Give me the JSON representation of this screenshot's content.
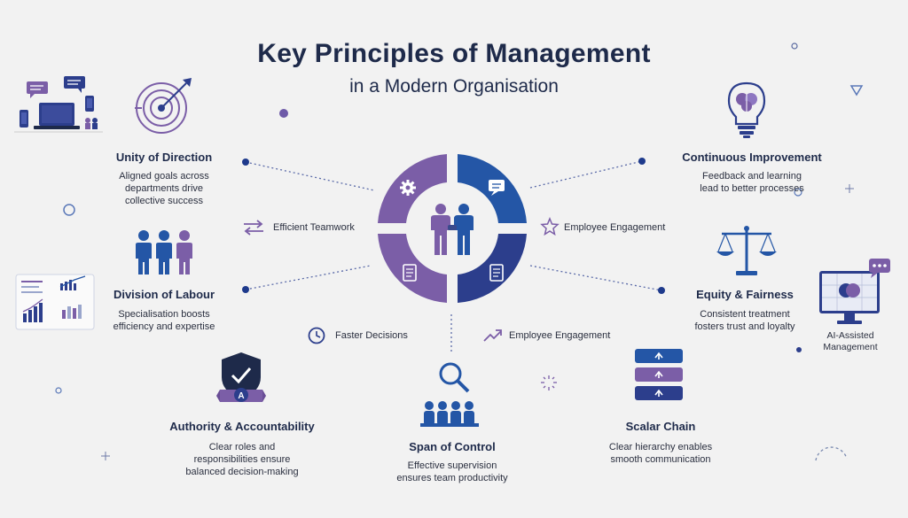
{
  "header": {
    "title": "Key Principles of Management",
    "subtitle": "in a Modern Organisation"
  },
  "principles": {
    "unity": {
      "title": "Unity of Direction",
      "desc": [
        "Aligned goals across",
        "departments drive",
        "collective success"
      ]
    },
    "division": {
      "title": "Division of Labour",
      "desc": [
        "Specialisation boosts",
        "efficiency and expertise"
      ]
    },
    "authority": {
      "title": "Authority & Accountability",
      "desc": [
        "Clear roles and",
        "responsibilities ensure",
        "balanced decision-making"
      ]
    },
    "span": {
      "title": "Span of Control",
      "desc": [
        "Effective supervision",
        "ensures team productivity"
      ]
    },
    "scalar": {
      "title": "Scalar Chain",
      "desc": [
        "Clear hierarchy enables",
        "smooth communication"
      ]
    },
    "equity": {
      "title": "Equity & Fairness",
      "desc": [
        "Consistent treatment",
        "fosters trust and loyalty"
      ]
    },
    "improvement": {
      "title": "Continuous Improvement",
      "desc": [
        "Feedback and learning",
        "lead to better processes"
      ]
    }
  },
  "connectors": {
    "teamwork": "Efficient Teamwork",
    "engagement_top": "Employee Engagement",
    "decisions": "Faster Decisions",
    "engagement_bottom": "Employee Engagement"
  },
  "ai": {
    "lines": [
      "AI-Assisted",
      "Management"
    ]
  },
  "badge_letter": "A",
  "colors": {
    "navy": "#1e2a4a",
    "purple": "#7b5ea7",
    "blue": "#2456a6",
    "dark_blue": "#2c3e8c",
    "light_purple": "#8e77c1"
  }
}
